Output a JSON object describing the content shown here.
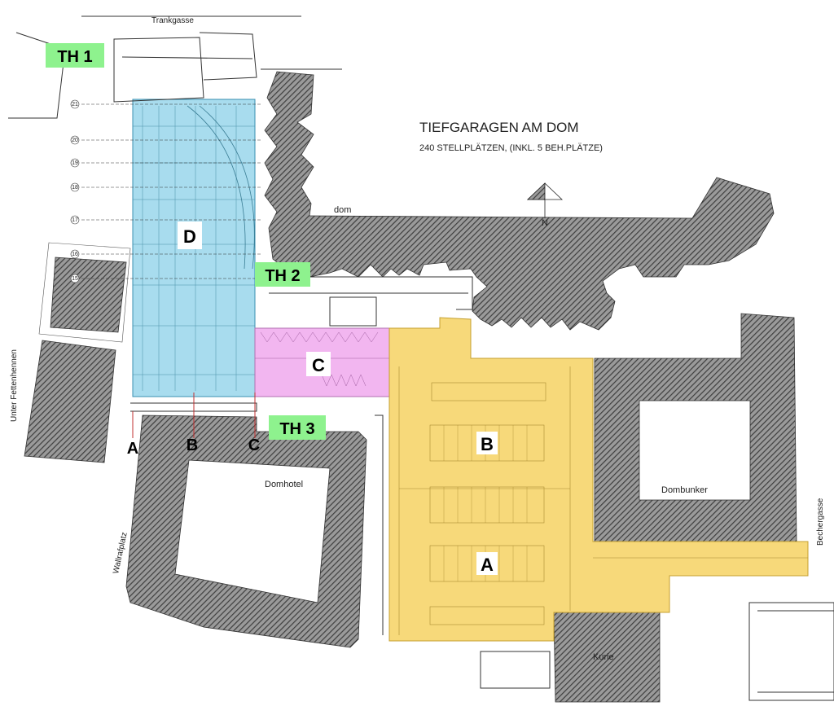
{
  "title": "TIEFGARAGEN AM DOM",
  "subtitle": "240 STELLPLÄTZEN, (INKL. 5 BEH.PLÄTZE)",
  "north_label": "N",
  "buildings": {
    "dom": "dom",
    "domhotel": "Domhotel",
    "dombunker": "Dombunker",
    "kurie": "Kurie"
  },
  "streets": {
    "trankgasse": "Trankgasse",
    "unter_fettenhennen": "Unter Fettenhennen",
    "wallrafplatz": "Wallrafplatz",
    "bechergasse": "Bechergasse"
  },
  "zones": {
    "a": "A",
    "b": "B",
    "c": "C",
    "d": "D"
  },
  "stairs": {
    "th1": "TH 1",
    "th2": "TH 2",
    "th3": "TH 3"
  },
  "sections": {
    "a": "A",
    "b": "B",
    "c": "C"
  },
  "axis_numbers": [
    "21",
    "20",
    "19",
    "18",
    "17",
    "16",
    "15"
  ],
  "colors": {
    "zone_d": "#a8dcee",
    "zone_c": "#f2b6f0",
    "zone_ab": "#f7d97a",
    "stair_label": "#8ef28e",
    "hatch": "#6a6a6a"
  }
}
